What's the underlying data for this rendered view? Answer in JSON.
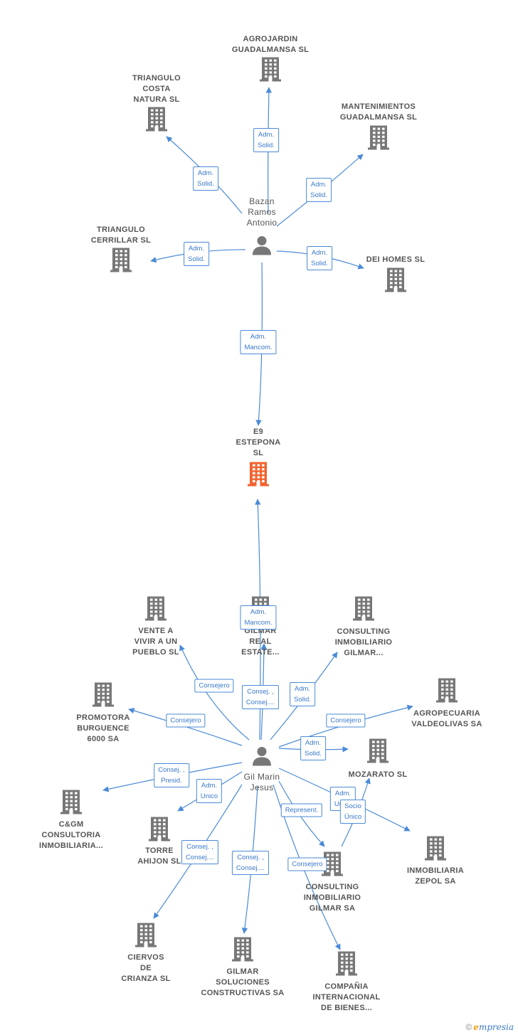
{
  "colors": {
    "edge": "#4a8ad6",
    "building": "#777777",
    "focus_building": "#f26430",
    "person": "#777777"
  },
  "persons": [
    {
      "id": "bazan",
      "name": "Bazan\nRamos\nAntonio"
    },
    {
      "id": "gilmarin",
      "name": "Gil Marin\nJesus"
    }
  ],
  "companies": [
    {
      "id": "agrojardin",
      "name": "AGROJARDIN\nGUADALMANSA SL"
    },
    {
      "id": "triangulo_costa",
      "name": "TRIANGULO\nCOSTA\nNATURA  SL"
    },
    {
      "id": "mantenimientos",
      "name": "MANTENIMIENTOS\nGUADALMANSA SL"
    },
    {
      "id": "triangulo_cerrillar",
      "name": "TRIANGULO\nCERRILLAR  SL"
    },
    {
      "id": "dei_homes",
      "name": "DEI HOMES  SL"
    },
    {
      "id": "e9",
      "name": "E9\nESTEPONA\nSL",
      "focus": true
    },
    {
      "id": "gilmar_real",
      "name": "GILMAR\nREAL\nESTATE..."
    },
    {
      "id": "vente",
      "name": "VENTE A\nVIVIR A UN\nPUEBLO  SL"
    },
    {
      "id": "consulting_gilmar_dots",
      "name": "CONSULTING\nINMOBILIARIO\nGILMAR..."
    },
    {
      "id": "agropecuaria",
      "name": "AGROPECUARIA\nVALDEOLIVAS SA"
    },
    {
      "id": "promotora",
      "name": "PROMOTORA\nBURGUENCE\n6000 SA"
    },
    {
      "id": "mozarato",
      "name": "MOZARATO  SL"
    },
    {
      "id": "cgm",
      "name": "C&GM\nCONSULTORIA\nINMOBILIARIA..."
    },
    {
      "id": "torre",
      "name": "TORRE\nAHIJON SL"
    },
    {
      "id": "inmobiliaria_zepol",
      "name": "INMOBILIARIA\nZEPOL SA"
    },
    {
      "id": "consulting_gilmar_sa",
      "name": "CONSULTING\nINMOBILIARIO\nGILMAR SA"
    },
    {
      "id": "ciervos",
      "name": "CIERVOS\nDE\nCRIANZA SL"
    },
    {
      "id": "gilmar_soluciones",
      "name": "GILMAR\nSOLUCIONES\nCONSTRUCTIVAS SA"
    },
    {
      "id": "compania",
      "name": "COMPAÑIA\nINTERNACIONAL\nDE BIENES..."
    }
  ],
  "edges": [
    {
      "from": "bazan",
      "to": "agrojardin",
      "label": "Adm.\nSolid."
    },
    {
      "from": "bazan",
      "to": "triangulo_costa",
      "label": "Adm.\nSolid."
    },
    {
      "from": "bazan",
      "to": "mantenimientos",
      "label": "Adm.\nSolid."
    },
    {
      "from": "bazan",
      "to": "triangulo_cerrillar",
      "label": "Adm.\nSolid."
    },
    {
      "from": "bazan",
      "to": "dei_homes",
      "label": "Adm.\nSolid."
    },
    {
      "from": "bazan",
      "to": "e9",
      "label": "Adm.\nMancom."
    },
    {
      "from": "gilmarin",
      "to": "e9",
      "label": "Adm.\nMancom."
    },
    {
      "from": "gilmarin",
      "to": "gilmar_real",
      "label": "Consej. ,\nConsej...."
    },
    {
      "from": "gilmarin",
      "to": "vente",
      "label": "Consejero"
    },
    {
      "from": "gilmarin",
      "to": "consulting_gilmar_dots",
      "label": "Adm.\nSolid."
    },
    {
      "from": "gilmarin",
      "to": "agropecuaria",
      "label": "Consejero"
    },
    {
      "from": "gilmarin",
      "to": "promotora",
      "label": "Consejero"
    },
    {
      "from": "gilmarin",
      "to": "mozarato",
      "label": "Adm.\nSolid."
    },
    {
      "from": "gilmarin",
      "to": "cgm",
      "label": "Consej. ,\nPresid."
    },
    {
      "from": "gilmarin",
      "to": "torre",
      "label": "Adm.\nUnico"
    },
    {
      "from": "gilmarin",
      "to": "inmobiliaria_zepol",
      "label": "Adm.\nUnico"
    },
    {
      "from": "gilmarin",
      "to": "consulting_gilmar_sa",
      "label": "Represent."
    },
    {
      "from": "consulting_gilmar_sa",
      "to": "mozarato",
      "label": "Socio\nÚnico"
    },
    {
      "from": "gilmarin",
      "to": "ciervos",
      "label": "Consej. ,\nConsej...."
    },
    {
      "from": "gilmarin",
      "to": "gilmar_soluciones",
      "label": "Consej. ,\nConsej...."
    },
    {
      "from": "gilmarin",
      "to": "compania",
      "label": "Consejero"
    }
  ],
  "footer": {
    "copyright": "©",
    "brand_first": "e",
    "brand_rest": "mpresia"
  }
}
